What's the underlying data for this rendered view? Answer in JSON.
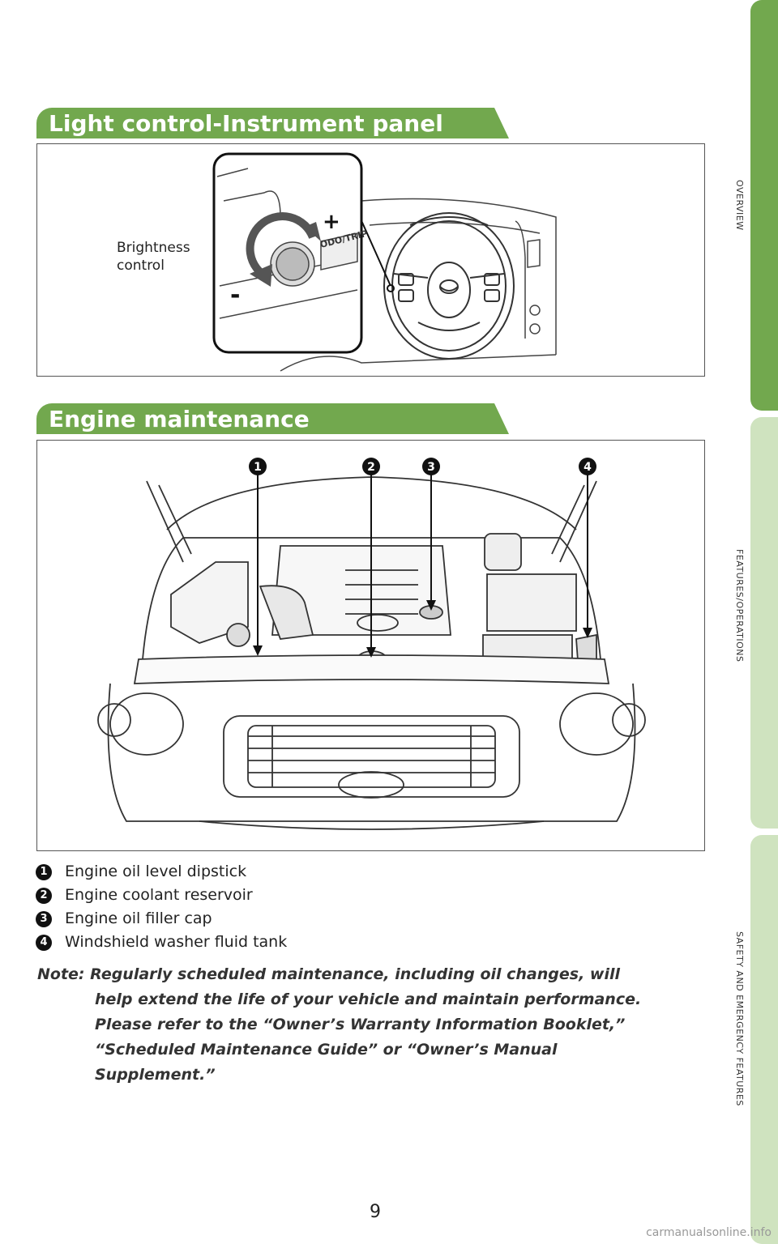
{
  "side_tabs": [
    "OVERVIEW",
    "FEATURES/OPERATIONS",
    "SAFETY AND EMERGENCY FEATURES"
  ],
  "section1": {
    "title": "Light control-Instrument panel",
    "brightness_label_line1": "Brightness",
    "brightness_label_line2": "control",
    "plus": "+",
    "minus": "-",
    "odo_label": "ODO/TRIP"
  },
  "section2": {
    "title": "Engine maintenance",
    "callouts": [
      "1",
      "2",
      "3",
      "4"
    ],
    "items": [
      {
        "num": "1",
        "label": "Engine oil level dipstick"
      },
      {
        "num": "2",
        "label": "Engine coolant reservoir"
      },
      {
        "num": "3",
        "label": "Engine oil filler cap"
      },
      {
        "num": "4",
        "label": "Windshield washer fluid tank"
      }
    ]
  },
  "note": {
    "line1": "Note: Regularly scheduled maintenance, including oil changes, will",
    "line2": "help extend the life of your vehicle and maintain performance.",
    "line3": "Please refer to the “Owner’s Warranty Information Booklet,”",
    "line4": "“Scheduled Maintenance Guide” or “Owner’s Manual",
    "line5": "Supplement.”"
  },
  "page_number": "9",
  "watermark": "carmanualsonline.info"
}
